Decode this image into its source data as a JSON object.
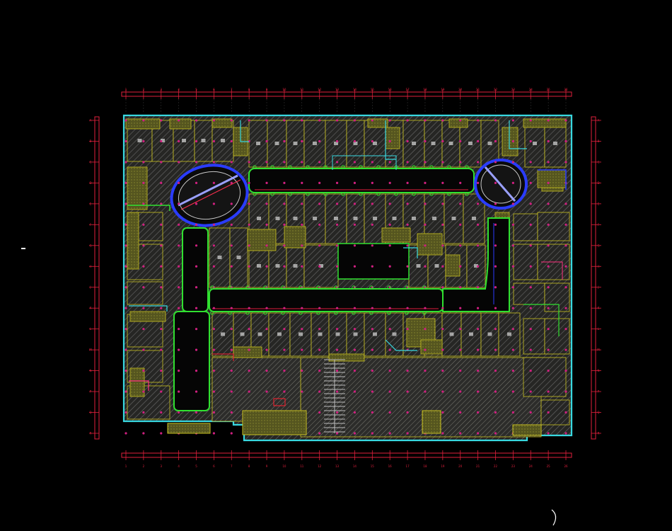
{
  "drawing": {
    "background_color": "#000000",
    "colors": {
      "grid_axis": "#e0203c",
      "exterior_wall": "#38d8e0",
      "interior_wall": "#c8c020",
      "corridor": "#30e030",
      "hatch": "#6a6a6a",
      "shop_fill": "#2a2a26",
      "service_fill": "#4a4a1e",
      "atrium": "#2a3cff",
      "note": "#ffffff"
    },
    "grid_columns": [
      "1",
      "2",
      "3",
      "4",
      "5",
      "6",
      "7",
      "8",
      "9",
      "10",
      "11",
      "12",
      "13",
      "14",
      "15",
      "16",
      "17",
      "18",
      "19",
      "20",
      "21",
      "22",
      "23",
      "24",
      "25",
      "26"
    ],
    "grid_rows": [
      "A",
      "B",
      "C",
      "D",
      "E",
      "F",
      "G",
      "H",
      "J",
      "K",
      "L",
      "M",
      "N",
      "P",
      "Q",
      "R"
    ],
    "icons": {
      "north_arrow": "north-arrow-icon"
    }
  }
}
